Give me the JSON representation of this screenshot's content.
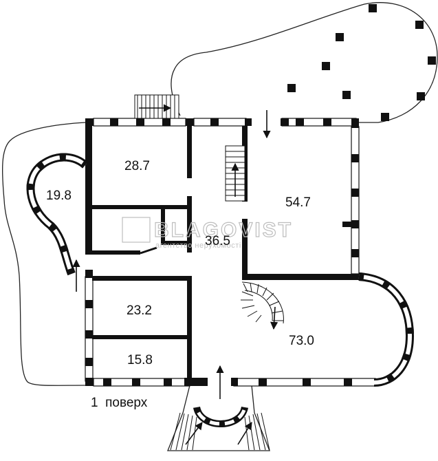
{
  "plan": {
    "floor_label": "1  поверх",
    "rooms": {
      "r28_7": "28.7",
      "r19_8": "19.8",
      "r54_7": "54.7",
      "r36_5": "36.5",
      "r23_2": "23.2",
      "r15_8": "15.8",
      "r73_0": "73.0"
    },
    "watermark": {
      "brand": "BLAGOVIST",
      "tagline": "агентство нерухомості"
    }
  },
  "colors": {
    "wall": "#111111",
    "outline": "#222222",
    "watermark": "#bdbdbd",
    "background": "#ffffff"
  }
}
